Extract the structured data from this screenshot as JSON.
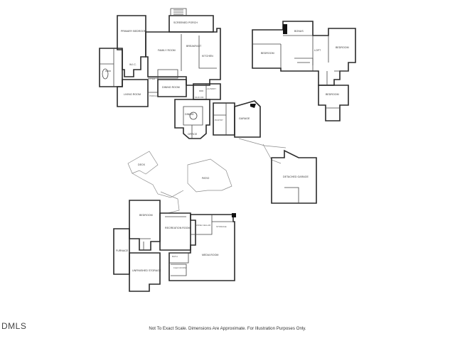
{
  "rooms": {
    "primary_bedroom": "PRIMARY BEDROOM",
    "family_room": "FAMILY ROOM",
    "breakfast": "BREAKFAST",
    "screened_porch": "SCREENED PORCH",
    "kitchen": "KITCHEN",
    "wic": "W.I.C.",
    "living_room": "LIVING ROOM",
    "porch": "PORCH",
    "dining_room": "DINING ROOM",
    "laundry": "LAUNDRY",
    "foyer": "FOYER",
    "dining": "DINING",
    "office": "OFFICE",
    "garage": "GARAGE",
    "mud_room": "MUD RM",
    "pantry": "PANTRY",
    "upper_bedroom_1": "BEDROOM",
    "upper_bedroom_2": "BEDROOM",
    "upper_bedroom_3": "BEDROOM",
    "bonus": "BONUS",
    "loft": "LOFT",
    "detached_garage": "DETACHED GARAGE",
    "deck": "DECK",
    "patio": "PATIO",
    "lower_bedroom": "BEDROOM",
    "wine_cellar": "WINE CELLAR",
    "storage": "STORAGE",
    "recreation_room": "RECREATION ROOM",
    "furnace": "FURNACE",
    "unfinished_storage": "UNFINISHED STORAGE",
    "media_room": "MEDIA ROOM",
    "flex_room": "FLEX ROOM",
    "bath": "BATH"
  },
  "branding": {
    "logo": "DMLS"
  },
  "footer": {
    "disclaimer": "Not To Exact Scale. Dimensions Are Approximate. For Illustration Purposes Only."
  }
}
